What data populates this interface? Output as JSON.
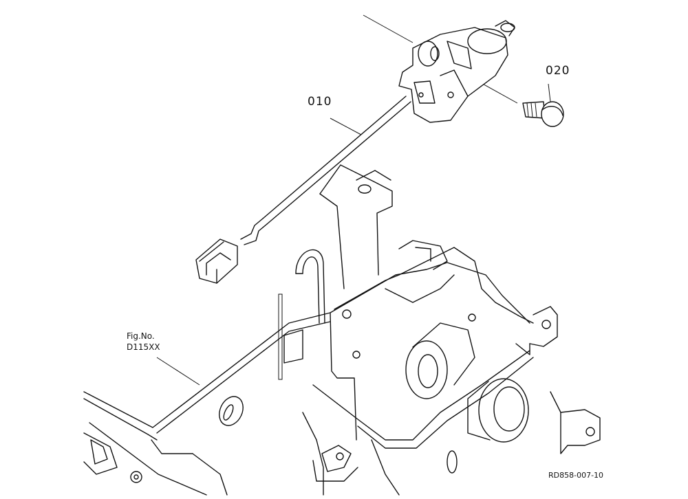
{
  "callouts": {
    "part_010": "010",
    "part_020": "020"
  },
  "reference": {
    "fig_label": "Fig.No.",
    "fig_number": "D115XX"
  },
  "drawing_code": "RD858-007-10",
  "colors": {
    "line": "#111111",
    "background": "#ffffff"
  }
}
